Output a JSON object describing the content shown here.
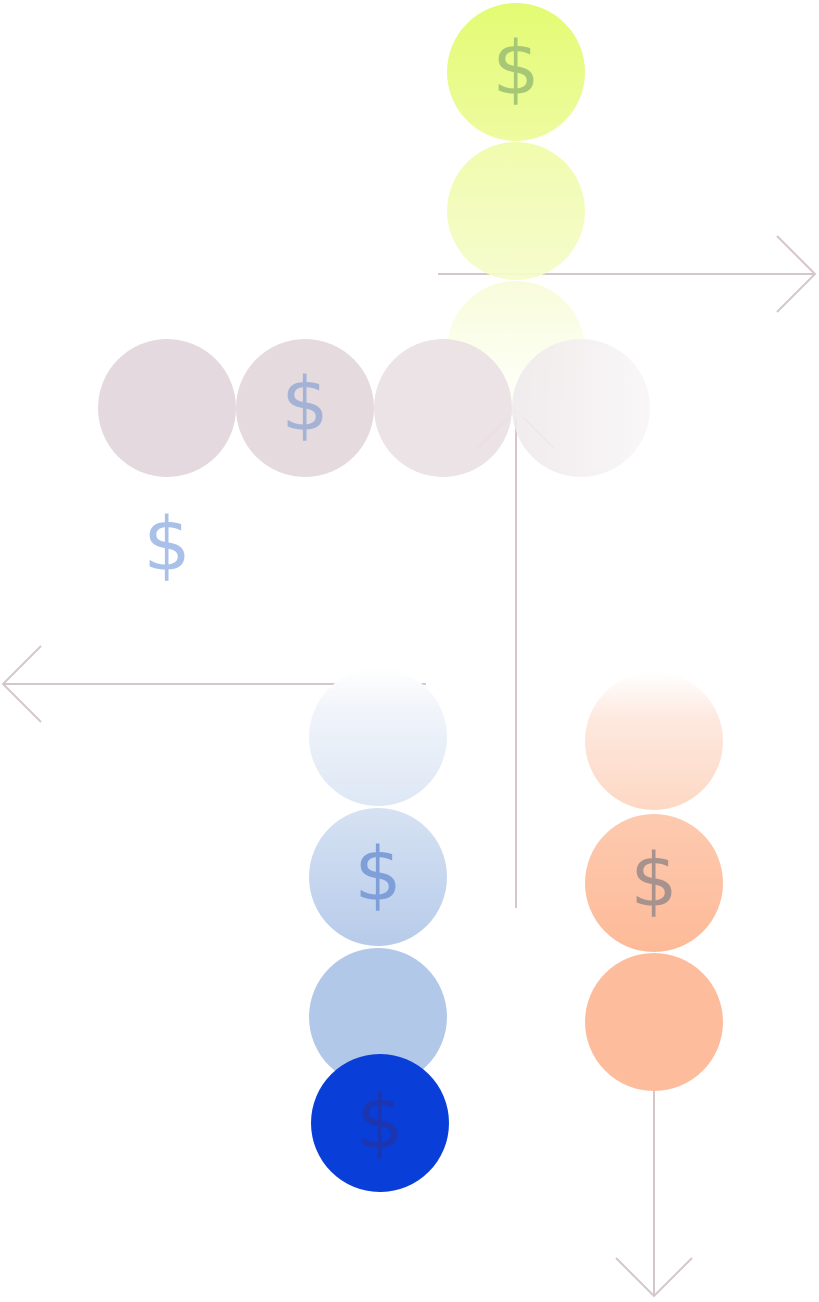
{
  "currency_symbol": "$",
  "colors": {
    "arrow": "#d5c6cc",
    "lime": "#e6fb7a",
    "lime_symbol": "#a6c776",
    "mauve": "#e4d9de",
    "light_blue": "#b2c8e8",
    "blue_symbol": "#7e9fd8",
    "royal_blue": "#0a3ed8",
    "royal_blue_symbol": "#1b36b0",
    "peach": "#fdbd9d",
    "peach_symbol": "#a8928e"
  },
  "groups": [
    {
      "name": "lime-column",
      "coins": 3,
      "fade": "downward",
      "arrows": [
        "right"
      ]
    },
    {
      "name": "mauve-row",
      "coins": 4,
      "fade": "rightward",
      "arrows": [
        "up",
        "left"
      ]
    },
    {
      "name": "blue-column",
      "coins": 3,
      "fade": "upward"
    },
    {
      "name": "royal-blue-coin",
      "coins": 1
    },
    {
      "name": "peach-column",
      "coins": 3,
      "fade": "upward",
      "arrows": [
        "down"
      ]
    }
  ]
}
